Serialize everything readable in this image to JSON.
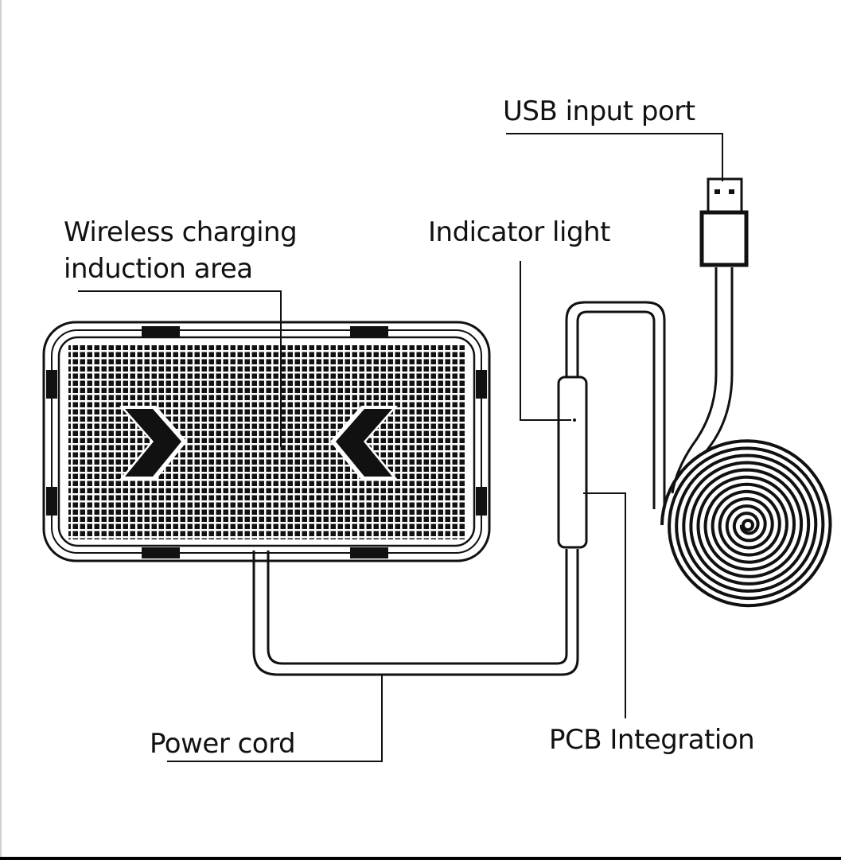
{
  "labels": {
    "usb_port": "USB input port",
    "induction_line1": "Wireless charging",
    "induction_line2": "induction area",
    "indicator": "Indicator light",
    "power_cord": "Power cord",
    "pcb": "PCB Integration"
  },
  "colors": {
    "line": "#111111",
    "background": "#ffffff"
  }
}
